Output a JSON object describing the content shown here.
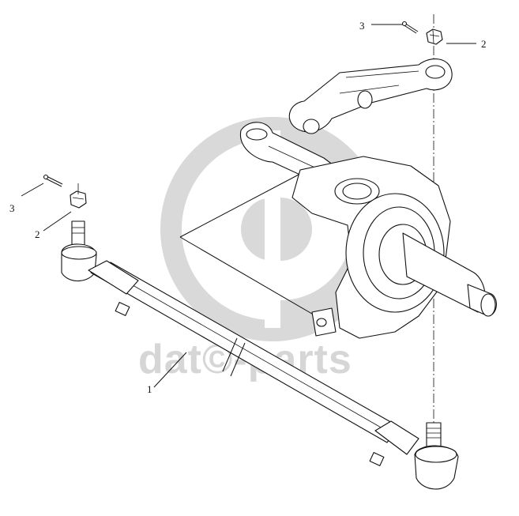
{
  "watermark": {
    "brand_text": "dat©-parts",
    "color": "#d6d6d6"
  },
  "callouts": [
    {
      "id": "c3-top",
      "label": "3"
    },
    {
      "id": "c2-top",
      "label": "2"
    },
    {
      "id": "c3-left",
      "label": "3"
    },
    {
      "id": "c2-left",
      "label": "2"
    },
    {
      "id": "c1",
      "label": "1"
    }
  ],
  "parts": {
    "steering_knuckle": "steering-knuckle",
    "tie_rod": "tie-rod",
    "ball_joint": "ball-joint",
    "castle_nut": "castle-nut",
    "cotter_pin": "cotter-pin"
  }
}
